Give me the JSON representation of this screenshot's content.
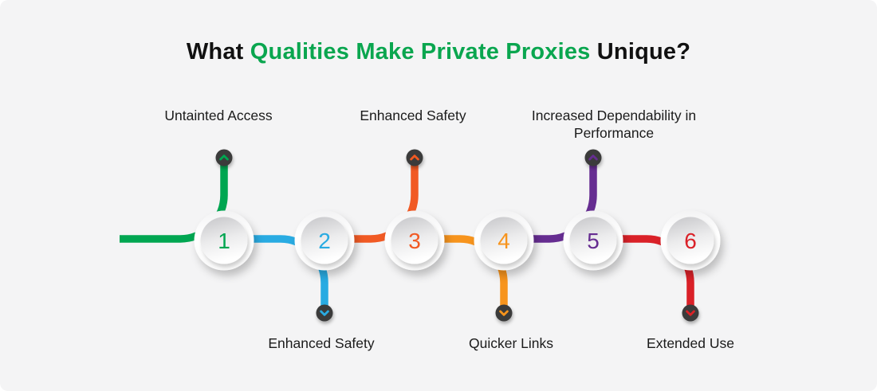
{
  "background_color": "#f4f4f5",
  "title": {
    "part1": "What ",
    "part2": "Qualities Make Private Proxies",
    "part3": " Unique?",
    "highlight_color": "#0aa64f",
    "text_color": "#111111"
  },
  "marker": {
    "dot_color": "#3a3a3a",
    "up_icon": "chevron-up",
    "down_icon": "chevron-down"
  },
  "steps": [
    {
      "number": "1",
      "label": "Untainted Access",
      "color": "#00a651",
      "label_position": "top"
    },
    {
      "number": "2",
      "label": "Enhanced Safety",
      "color": "#29abe2",
      "label_position": "bottom"
    },
    {
      "number": "3",
      "label": "Enhanced Safety",
      "color": "#f15a24",
      "label_position": "top"
    },
    {
      "number": "4",
      "label": "Quicker Links",
      "color": "#f7941d",
      "label_position": "bottom"
    },
    {
      "number": "5",
      "label": "Increased Dependability in Performance",
      "color": "#662d91",
      "label_position": "top"
    },
    {
      "number": "6",
      "label": "Extended Use",
      "color": "#da2128",
      "label_position": "bottom"
    }
  ]
}
